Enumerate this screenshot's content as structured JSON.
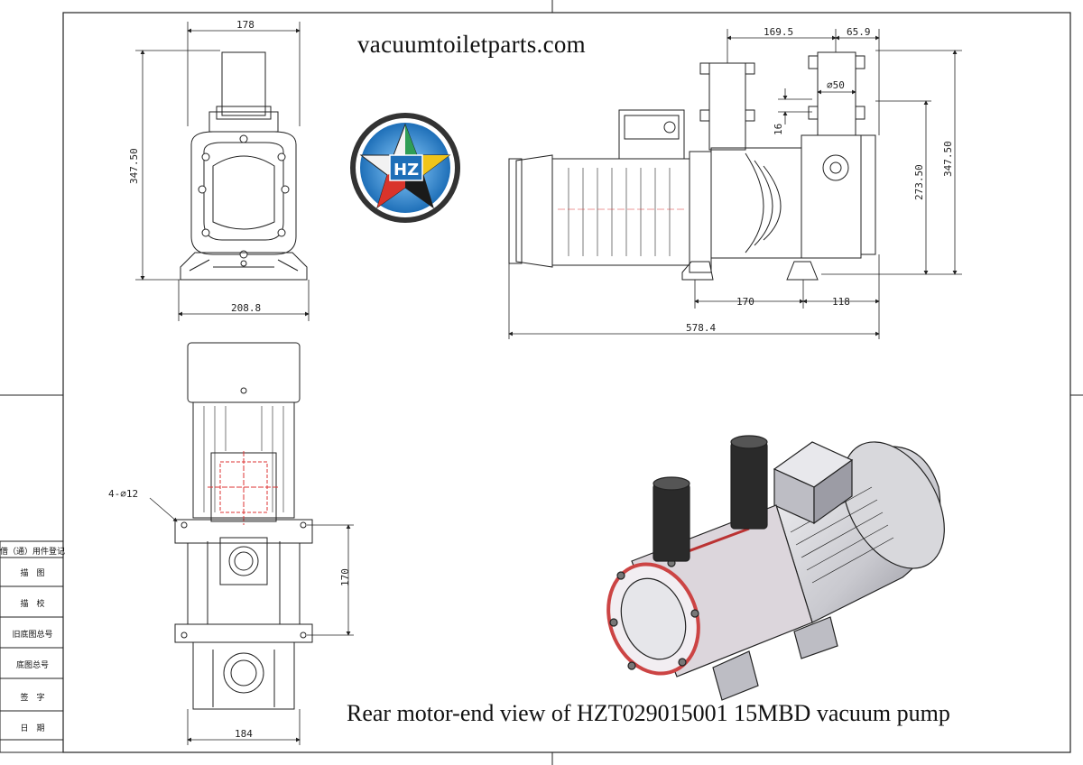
{
  "website": "vacuumtoiletparts.com",
  "caption": "Rear motor-end view of HZT029015001 15MBD vacuum pump",
  "dimensions": {
    "front_width_top": "178",
    "front_height": "347.50",
    "front_base_width": "208.8",
    "side_d1": "169.5",
    "side_d2": "65.9",
    "side_dia": "∅50",
    "side_16": "16",
    "side_h1": "273.50",
    "side_h2": "347.50",
    "side_170": "170",
    "side_118": "118",
    "side_total": "578.4",
    "bottom_holes": "4-∅12",
    "bottom_170": "170",
    "bottom_width": "184"
  },
  "title_block": {
    "rows": [
      "借（通）用件登记",
      "描　图",
      "描　校",
      "旧底图总号",
      "底图总号",
      "签　字",
      "日　期"
    ]
  },
  "colors": {
    "line": "#222222",
    "centerline": "#d33",
    "logo_blue": "#2a7fc4",
    "logo_ring": "#333"
  }
}
